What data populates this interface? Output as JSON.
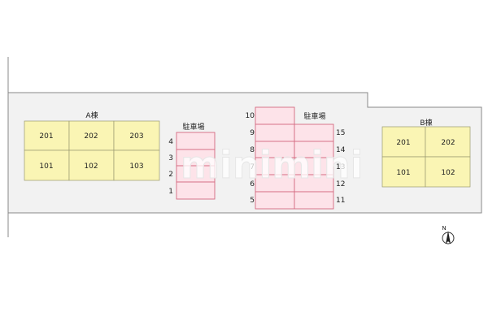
{
  "building_a": {
    "name": "A棟",
    "rooms_top": [
      "201",
      "202",
      "203"
    ],
    "rooms_bottom": [
      "101",
      "102",
      "103"
    ]
  },
  "building_b": {
    "name": "B棟",
    "rooms_top": [
      "201",
      "202"
    ],
    "rooms_bottom": [
      "101",
      "102"
    ]
  },
  "parking_left": {
    "label": "駐車場",
    "numbers": [
      "4",
      "3",
      "2",
      "1"
    ]
  },
  "parking_right": {
    "label": "駐車場",
    "left_numbers": [
      "10",
      "9",
      "8",
      "7",
      "6",
      "5"
    ],
    "right_numbers": [
      "15",
      "14",
      "13",
      "12",
      "11"
    ]
  },
  "compass": {
    "label": "N",
    "icon": "north-arrow-icon"
  },
  "watermark": "minimini",
  "colors": {
    "building_fill": "#faf5b4",
    "parking_fill": "#fde3e9",
    "parking_stroke": "#d46a80",
    "site_fill": "#f2f2f2"
  }
}
